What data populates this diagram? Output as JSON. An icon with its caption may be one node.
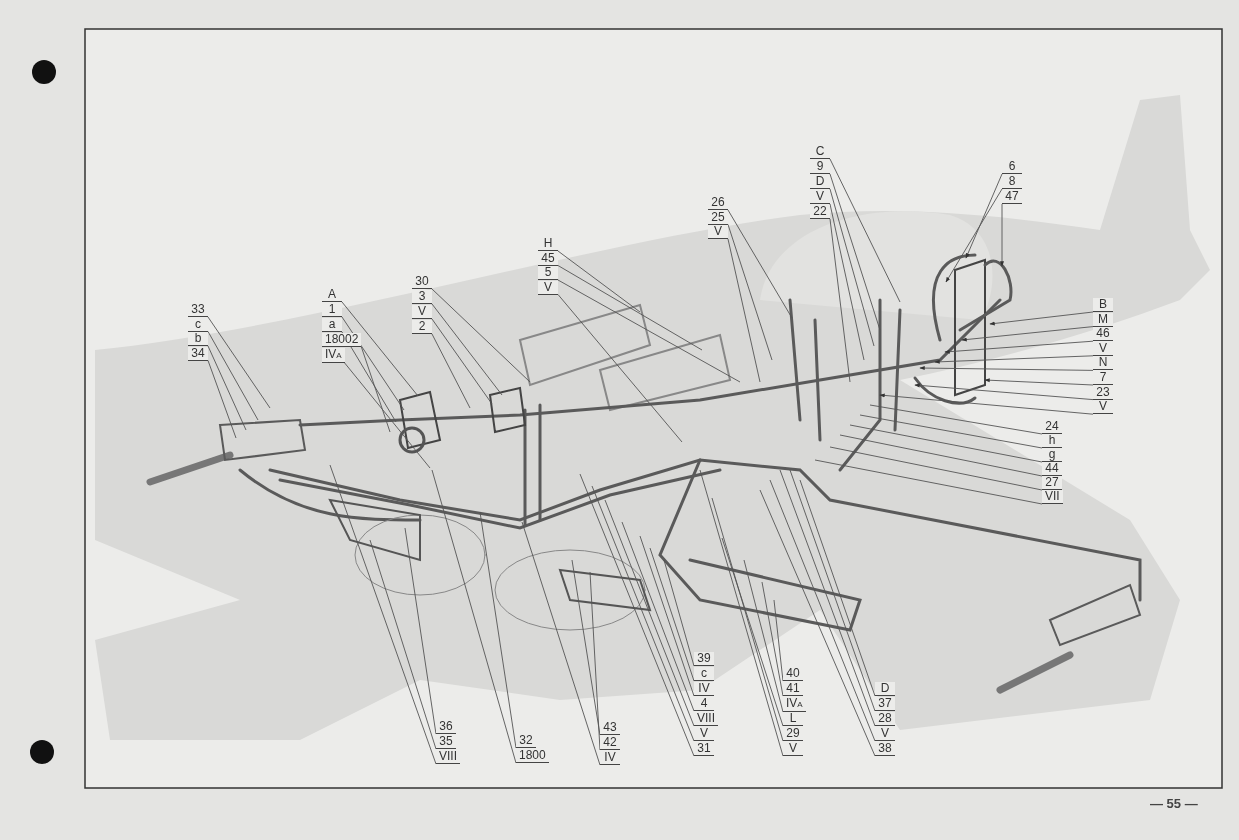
{
  "diagram": {
    "nodes": [
      {
        "text": [
          "33"
        ]
      },
      {
        "text": [
          "c"
        ]
      },
      {
        "text": [
          "b"
        ]
      },
      {
        "text": [
          "34"
        ]
      },
      {
        "text": [
          "A"
        ]
      },
      {
        "text": [
          "1"
        ]
      },
      {
        "text": [
          "a"
        ]
      },
      {
        "text": [
          "18002"
        ]
      },
      {
        "text": [
          "IV$_{A}$"
        ]
      },
      {
        "text": [
          "30"
        ]
      },
      {
        "text": [
          "3"
        ]
      },
      {
        "text": [
          "V"
        ]
      },
      {
        "text": [
          "2"
        ]
      },
      {
        "text": [
          "H"
        ]
      },
      {
        "text": [
          "45"
        ]
      },
      {
        "text": [
          "5"
        ]
      },
      {
        "text": [
          "V"
        ]
      },
      {
        "text": [
          "26"
        ]
      },
      {
        "text": [
          "25"
        ]
      },
      {
        "text": [
          "V"
        ]
      },
      {
        "text": [
          "C"
        ]
      },
      {
        "text": [
          "9"
        ]
      },
      {
        "text": [
          "D"
        ]
      },
      {
        "text": [
          "V"
        ]
      },
      {
        "text": [
          "22"
        ]
      },
      {
        "text": [
          "6"
        ]
      },
      {
        "text": [
          "8"
        ]
      },
      {
        "text": [
          "47"
        ]
      },
      {
        "text": [
          "B"
        ]
      },
      {
        "text": [
          "M"
        ]
      },
      {
        "text": [
          "46"
        ]
      },
      {
        "text": [
          "V"
        ]
      },
      {
        "text": [
          "N"
        ]
      },
      {
        "text": [
          "7"
        ]
      },
      {
        "text": [
          "23"
        ]
      },
      {
        "text": [
          "V"
        ]
      },
      {
        "text": [
          "24"
        ]
      },
      {
        "text": [
          "h"
        ]
      },
      {
        "text": [
          "g"
        ]
      },
      {
        "text": [
          "44"
        ]
      },
      {
        "text": [
          "27"
        ]
      },
      {
        "text": [
          "VII"
        ]
      },
      {
        "text": [
          "36"
        ]
      },
      {
        "text": [
          "35"
        ]
      },
      {
        "text": [
          "VIII"
        ]
      },
      {
        "text": [
          "32"
        ]
      },
      {
        "text": [
          "1800"
        ]
      },
      {
        "text": [
          "43"
        ]
      },
      {
        "text": [
          "42"
        ]
      },
      {
        "text": [
          "IV"
        ]
      },
      {
        "text": [
          "39"
        ]
      },
      {
        "text": [
          "c"
        ]
      },
      {
        "text": [
          "IV"
        ]
      },
      {
        "text": [
          "4"
        ]
      },
      {
        "text": [
          "VIII"
        ]
      },
      {
        "text": [
          "V"
        ]
      },
      {
        "text": [
          "31"
        ]
      },
      {
        "text": [
          "40"
        ]
      },
      {
        "text": [
          "41"
        ]
      },
      {
        "text": [
          "IV$_{A}$"
        ]
      },
      {
        "text": [
          "L"
        ]
      },
      {
        "text": [
          "29"
        ]
      },
      {
        "text": [
          "V"
        ]
      },
      {
        "text": [
          "D"
        ]
      },
      {
        "text": [
          "37"
        ]
      },
      {
        "text": [
          "28"
        ]
      },
      {
        "text": [
          "V"
        ]
      },
      {
        "text": [
          "38"
        ]
      }
    ],
    "edges": [
      {
        "from": 0,
        "to": null,
        "arrow": "none"
      },
      {
        "from": 1,
        "to": null,
        "arrow": "none"
      },
      {
        "from": 2,
        "to": null,
        "arrow": "none"
      },
      {
        "from": 3,
        "to": null,
        "arrow": "none"
      },
      {
        "from": 4,
        "to": null,
        "arrow": "none"
      },
      {
        "from": 5,
        "to": null,
        "arrow": "none"
      },
      {
        "from": 6,
        "to": null,
        "arrow": "none"
      },
      {
        "from": 7,
        "to": null,
        "arrow": "none"
      },
      {
        "from": 8,
        "to": null,
        "arrow": "none"
      },
      {
        "from": 9,
        "to": null,
        "arrow": "none"
      },
      {
        "from": 10,
        "to": null,
        "arrow": "none"
      },
      {
        "from": 11,
        "to": null,
        "arrow": "none"
      },
      {
        "from": 12,
        "to": null,
        "arrow": "none"
      },
      {
        "from": 13,
        "to": null,
        "arrow": "none"
      },
      {
        "from": 14,
        "to": null,
        "arrow": "none"
      },
      {
        "from": 15,
        "to": null,
        "arrow": "none"
      },
      {
        "from": 16,
        "to": null,
        "arrow": "none"
      },
      {
        "from": 17,
        "to": null,
        "arrow": "none"
      },
      {
        "from": 18,
        "to": null,
        "arrow": "none"
      },
      {
        "from": 19,
        "to": null,
        "arrow": "none"
      },
      {
        "from": 20,
        "to": null,
        "arrow": "none"
      },
      {
        "from": 21,
        "to": null,
        "arrow": "none"
      },
      {
        "from": 22,
        "to": null,
        "arrow": "none"
      },
      {
        "from": 23,
        "to": null,
        "arrow": "none"
      },
      {
        "from": 24,
        "to": null,
        "arrow": "none"
      },
      {
        "from": 25,
        "to": null,
        "arrow": "to"
      },
      {
        "from": 26,
        "to": null,
        "arrow": "to"
      },
      {
        "from": 27,
        "to": null,
        "arrow": "to"
      },
      {
        "from": 28,
        "to": null,
        "arrow": "to"
      },
      {
        "from": 29,
        "to": null,
        "arrow": "to"
      },
      {
        "from": 30,
        "to": null,
        "arrow": "to"
      },
      {
        "from": 31,
        "to": null,
        "arrow": "to"
      },
      {
        "from": 32,
        "to": null,
        "arrow": "to"
      },
      {
        "from": 33,
        "to": null,
        "arrow": "to"
      },
      {
        "from": 34,
        "to": null,
        "arrow": "to"
      },
      {
        "from": 35,
        "to": null,
        "arrow": "to"
      },
      {
        "from": 36,
        "to": null,
        "arrow": "none"
      },
      {
        "from": 37,
        "to": null,
        "arrow": "none"
      },
      {
        "from": 38,
        "to": null,
        "arrow": "none"
      },
      {
        "from": 39,
        "to": null,
        "arrow": "none"
      },
      {
        "from": 40,
        "to": null,
        "arrow": "none"
      },
      {
        "from": 41,
        "to": null,
        "arrow": "none"
      },
      {
        "from": 42,
        "to": null,
        "arrow": "none"
      },
      {
        "from": 43,
        "to": null,
        "arrow": "none"
      },
      {
        "from": 44,
        "to": null,
        "arrow": "none"
      },
      {
        "from": 45,
        "to": null,
        "arrow": "none"
      },
      {
        "from": 46,
        "to": null,
        "arrow": "none"
      },
      {
        "from": 47,
        "to": null,
        "arrow": "none"
      },
      {
        "from": 48,
        "to": null,
        "arrow": "none"
      },
      {
        "from": 49,
        "to": null,
        "arrow": "none"
      },
      {
        "from": 50,
        "to": null,
        "arrow": "none"
      },
      {
        "from": 51,
        "to": null,
        "arrow": "none"
      },
      {
        "from": 52,
        "to": null,
        "arrow": "none"
      },
      {
        "from": 53,
        "to": null,
        "arrow": "none"
      },
      {
        "from": 54,
        "to": null,
        "arrow": "none"
      },
      {
        "from": 55,
        "to": null,
        "arrow": "none"
      },
      {
        "from": 56,
        "to": null,
        "arrow": "none"
      },
      {
        "from": 57,
        "to": null,
        "arrow": "none"
      },
      {
        "from": 58,
        "to": null,
        "arrow": "none"
      },
      {
        "from": 59,
        "to": null,
        "arrow": "none"
      },
      {
        "from": 60,
        "to": null,
        "arrow": "none"
      },
      {
        "from": 61,
        "to": null,
        "arrow": "none"
      },
      {
        "from": 62,
        "to": null,
        "arrow": "none"
      },
      {
        "from": 63,
        "to": null,
        "arrow": "none"
      },
      {
        "from": 64,
        "to": null,
        "arrow": "none"
      },
      {
        "from": 65,
        "to": null,
        "arrow": "none"
      },
      {
        "from": 66,
        "to": null,
        "arrow": "none"
      },
      {
        "from": 67,
        "to": null,
        "arrow": "none"
      }
    ],
    "labels": [
      "— 55 —"
    ]
  }
}
